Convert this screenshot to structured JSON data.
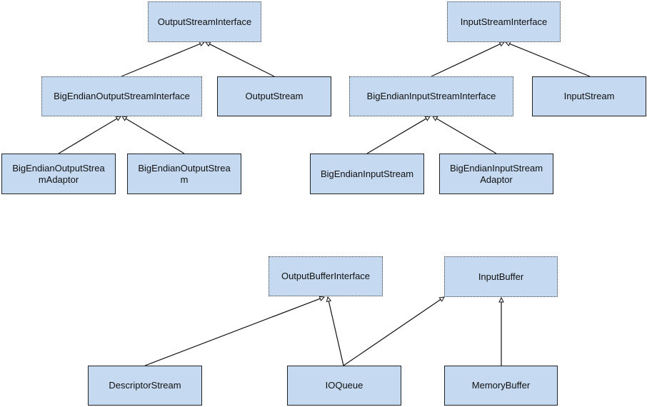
{
  "nodes": {
    "output_stream_interface": {
      "label": "OutputStreamInterface",
      "kind": "interface"
    },
    "input_stream_interface": {
      "label": "InputStreamInterface",
      "kind": "interface"
    },
    "big_endian_output_stream_interface": {
      "label": "BigEndianOutputStreamInterface",
      "kind": "interface"
    },
    "output_stream": {
      "label": "OutputStream",
      "kind": "class"
    },
    "big_endian_input_stream_interface": {
      "label": "BigEndianInputStreamInterface",
      "kind": "interface"
    },
    "input_stream": {
      "label": "InputStream",
      "kind": "class"
    },
    "big_endian_output_stream_adaptor": {
      "label": "BigEndianOutputStrea\nmAdaptor",
      "kind": "class"
    },
    "big_endian_output_stream": {
      "label": "BigEndianOutputStrea\nm",
      "kind": "class"
    },
    "big_endian_input_stream": {
      "label": "BigEndianInputStream",
      "kind": "class"
    },
    "big_endian_input_stream_adaptor": {
      "label": "BigEndianInputStream\nAdaptor",
      "kind": "class"
    },
    "output_buffer_interface": {
      "label": "OutputBufferInterface",
      "kind": "interface"
    },
    "input_buffer": {
      "label": "InputBuffer",
      "kind": "interface"
    },
    "descriptor_stream": {
      "label": "DescriptorStream",
      "kind": "class"
    },
    "io_queue": {
      "label": "IOQueue",
      "kind": "class"
    },
    "memory_buffer": {
      "label": "MemoryBuffer",
      "kind": "class"
    }
  },
  "edges": [
    {
      "from": "big_endian_output_stream_interface",
      "to": "output_stream_interface"
    },
    {
      "from": "output_stream",
      "to": "output_stream_interface"
    },
    {
      "from": "big_endian_input_stream_interface",
      "to": "input_stream_interface"
    },
    {
      "from": "input_stream",
      "to": "input_stream_interface"
    },
    {
      "from": "big_endian_output_stream_adaptor",
      "to": "big_endian_output_stream_interface"
    },
    {
      "from": "big_endian_output_stream",
      "to": "big_endian_output_stream_interface"
    },
    {
      "from": "big_endian_input_stream",
      "to": "big_endian_input_stream_interface"
    },
    {
      "from": "big_endian_input_stream_adaptor",
      "to": "big_endian_input_stream_interface"
    },
    {
      "from": "descriptor_stream",
      "to": "output_buffer_interface"
    },
    {
      "from": "io_queue",
      "to": "output_buffer_interface"
    },
    {
      "from": "io_queue",
      "to": "input_buffer"
    },
    {
      "from": "memory_buffer",
      "to": "input_buffer"
    }
  ],
  "colors": {
    "box_fill": "#c5d9f0",
    "line": "#111111",
    "solid_border": "#222222",
    "dotted_border": "#3d3d3d"
  }
}
